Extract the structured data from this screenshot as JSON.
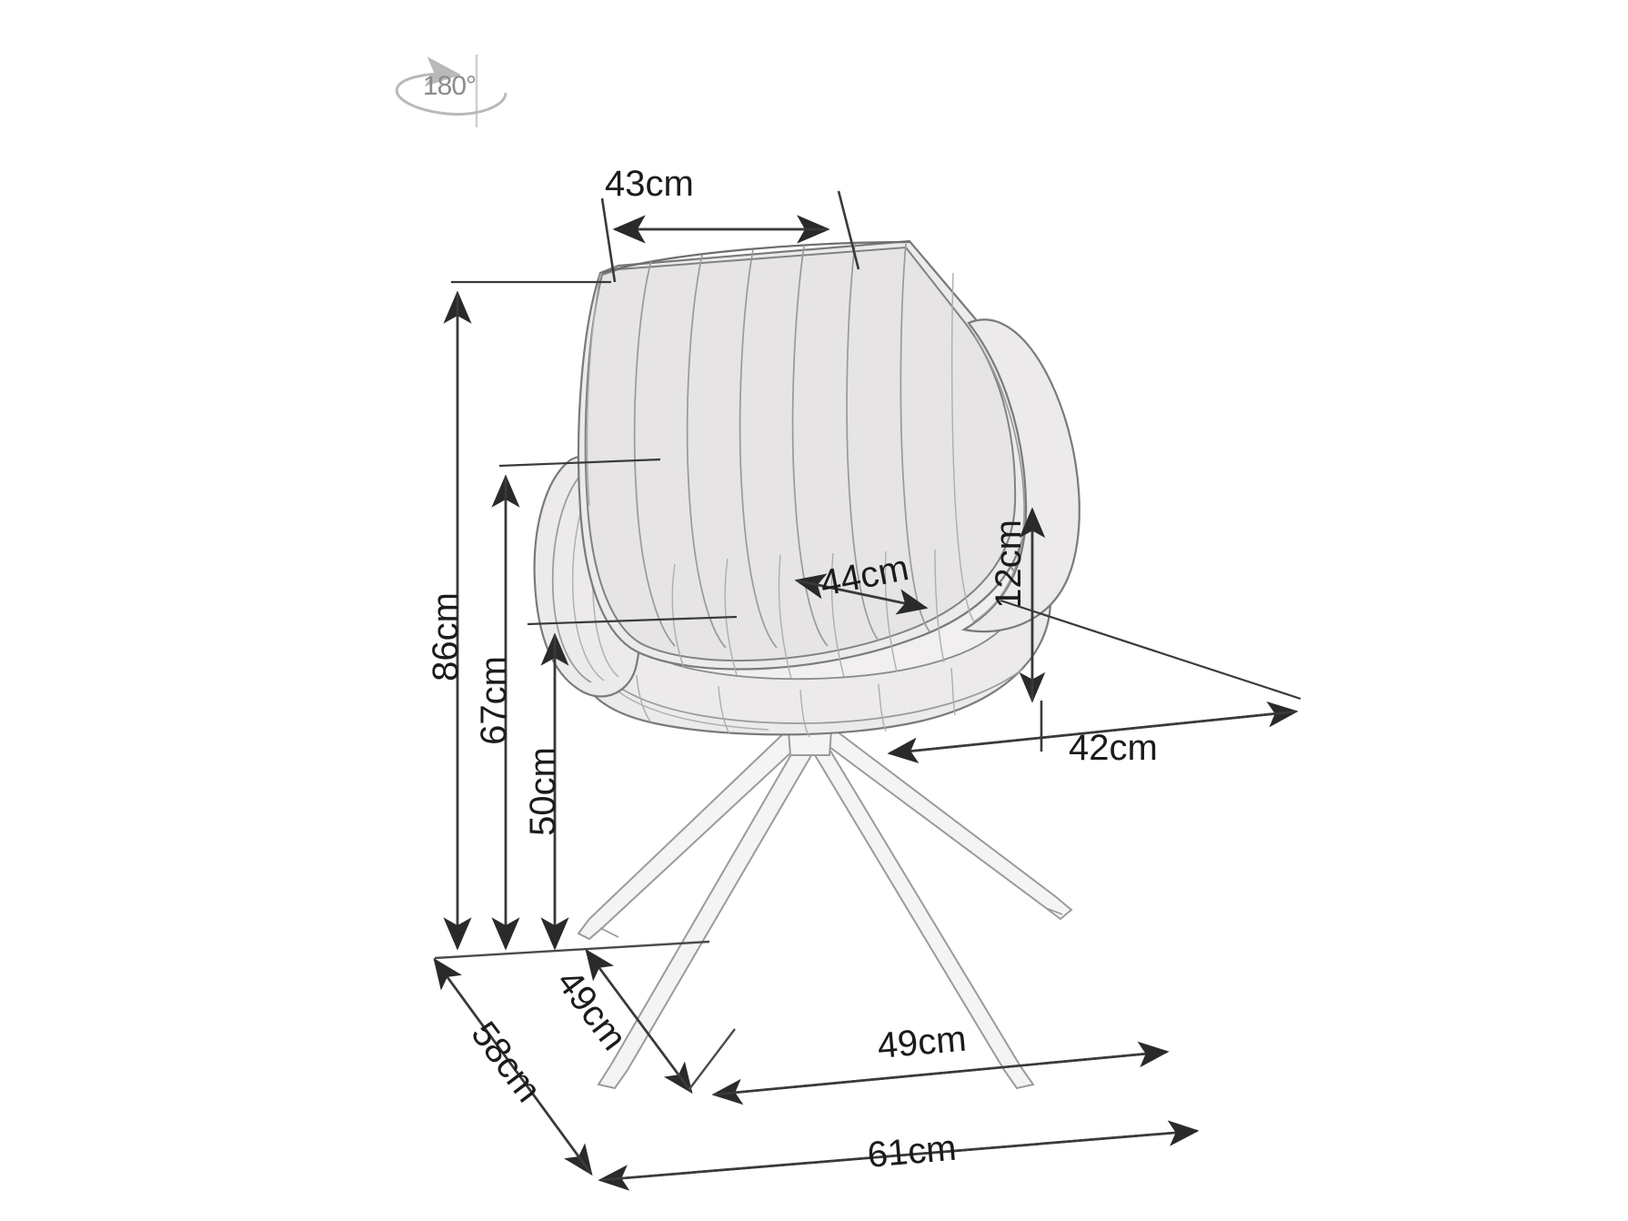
{
  "diagram": {
    "title": "Chair dimension drawing",
    "unit": "cm",
    "rotation_badge": {
      "label": "180°",
      "icon": "rotation-arrow-icon"
    },
    "product": {
      "name": "upholstered swivel armchair",
      "color": "#eceaea"
    },
    "colors": {
      "line": "#3a3a3a",
      "text": "#1b1b1b",
      "upholstery": "#eceaea",
      "metal": "#f4f4f4",
      "badge": "#8c8c8c"
    },
    "measurements": [
      {
        "id": "backrest-width",
        "label": "43cm",
        "value": 43,
        "orientation": "horizontal",
        "position": "top"
      },
      {
        "id": "total-height",
        "label": "86cm",
        "value": 86,
        "orientation": "vertical",
        "position": "left-outer"
      },
      {
        "id": "armrest-height-total",
        "label": "67cm",
        "value": 67,
        "orientation": "vertical",
        "position": "left-middle"
      },
      {
        "id": "seat-height",
        "label": "50cm",
        "value": 50,
        "orientation": "vertical",
        "position": "left-inner"
      },
      {
        "id": "seat-depth",
        "label": "44cm",
        "value": 44,
        "orientation": "diagonal",
        "position": "seat"
      },
      {
        "id": "seat-cushion-thickness",
        "label": "12cm",
        "value": 12,
        "orientation": "vertical",
        "position": "right"
      },
      {
        "id": "seat-width",
        "label": "42cm",
        "value": 42,
        "orientation": "diagonal",
        "position": "right-lower"
      },
      {
        "id": "base-depth",
        "label": "49cm",
        "value": 49,
        "orientation": "diagonal",
        "position": "bottom-left-inner"
      },
      {
        "id": "overall-depth",
        "label": "58cm",
        "value": 58,
        "orientation": "diagonal",
        "position": "bottom-left-outer"
      },
      {
        "id": "base-width",
        "label": "49cm",
        "value": 49,
        "orientation": "horizontal",
        "position": "bottom-inner"
      },
      {
        "id": "overall-width",
        "label": "61cm",
        "value": 61,
        "orientation": "horizontal",
        "position": "bottom-outer"
      }
    ]
  }
}
